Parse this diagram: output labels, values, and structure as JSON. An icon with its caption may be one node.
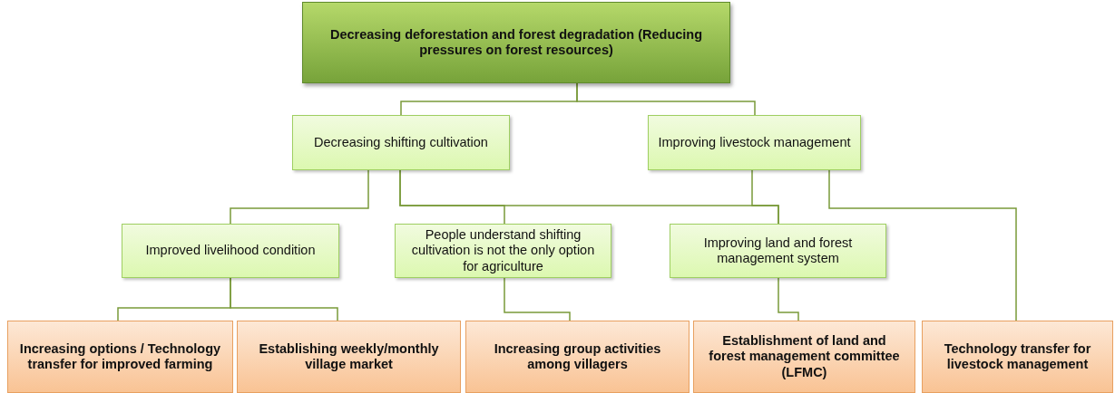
{
  "diagram": {
    "nodes": [
      {
        "text": [
          "Decreasing deforestation and forest degradation (Reducing pressures on forest resources)"
        ]
      },
      {
        "text": [
          "Decreasing shifting cultivation"
        ]
      },
      {
        "text": [
          "Improving livestock management"
        ]
      },
      {
        "text": [
          "Improved livelihood condition"
        ]
      },
      {
        "text": [
          "People understand shifting cultivation is not the only option for agriculture"
        ]
      },
      {
        "text": [
          "Improving land and forest management system"
        ]
      },
      {
        "text": [
          "Increasing options / Technology transfer for improved farming"
        ]
      },
      {
        "text": [
          "Establishing weekly/monthly village market"
        ]
      },
      {
        "text": [
          "Increasing group activities among villagers"
        ]
      },
      {
        "text": [
          "Establishment of land and forest management committee (LFMC)"
        ]
      },
      {
        "text": [
          "Technology transfer for livestock management"
        ]
      }
    ],
    "edges": [
      {
        "from": 0,
        "to": 1,
        "arrow": "none"
      },
      {
        "from": 0,
        "to": 2,
        "arrow": "none"
      },
      {
        "from": 1,
        "to": 3,
        "arrow": "none"
      },
      {
        "from": 1,
        "to": 4,
        "arrow": "none"
      },
      {
        "from": 1,
        "to": 5,
        "arrow": "none"
      },
      {
        "from": 2,
        "to": 5,
        "arrow": "none"
      },
      {
        "from": 2,
        "to": 10,
        "arrow": "none"
      },
      {
        "from": 3,
        "to": 6,
        "arrow": "none"
      },
      {
        "from": 3,
        "to": 7,
        "arrow": "none"
      },
      {
        "from": 4,
        "to": 8,
        "arrow": "none"
      },
      {
        "from": 5,
        "to": 9,
        "arrow": "none"
      }
    ]
  }
}
